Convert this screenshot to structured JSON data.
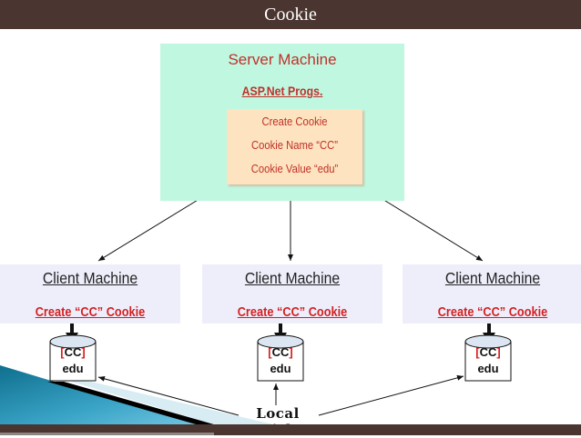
{
  "slide": {
    "title": "Cookie"
  },
  "server": {
    "title": "Server Machine",
    "subtitle": "ASP.Net Progs.",
    "cookie_box": {
      "lines": [
        "Create Cookie",
        "Cookie Name “CC”",
        "Cookie Value “edu”"
      ]
    }
  },
  "clients": [
    {
      "title": "Client Machine",
      "action": "Create “CC” Cookie",
      "disk": {
        "name_open": "[",
        "name": "CC",
        "name_close": "]",
        "value": "edu"
      }
    },
    {
      "title": "Client Machine",
      "action": "Create “CC” Cookie",
      "disk": {
        "name_open": "[",
        "name": "CC",
        "name_close": "]",
        "value": "edu"
      }
    },
    {
      "title": "Client Machine",
      "action": "Create “CC” Cookie",
      "disk": {
        "name_open": "[",
        "name": "CC",
        "name_close": "]",
        "value": "edu"
      }
    }
  ],
  "local_disk_label": "Local Disk",
  "colors": {
    "title_bar": "#4a3530",
    "server_bg": "#bff7e0",
    "cookie_box_bg": "#fde3bf",
    "client_bg": "#eeeefb",
    "accent_red": "#d42020",
    "decor_blue": "#2b8fb0"
  }
}
